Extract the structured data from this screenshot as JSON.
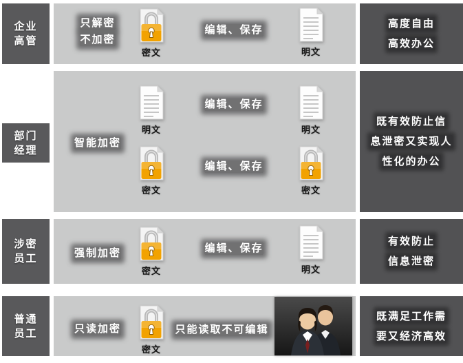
{
  "colors": {
    "role_box": "#59595b",
    "middle_box": "#c9caca",
    "benefit_box": "#525254",
    "lock_body": "#f2a200",
    "lock_shackle": "#b9b9b9"
  },
  "common": {
    "edit_save": "编辑、保存",
    "cipher_label": "密文",
    "plain_label": "明文"
  },
  "rows": [
    {
      "role_line1": "企业",
      "role_line2": "高管",
      "mode_line1": "只解密",
      "mode_line2": "不加密",
      "benefit_line1": "高度自由",
      "benefit_line2": "高效办公"
    },
    {
      "role_line1": "部门",
      "role_line2": "经理",
      "mode": "智能加密",
      "benefit_line1": "既有效防止信",
      "benefit_line2": "息泄密又实现人",
      "benefit_line3": "性化的办公"
    },
    {
      "role_line1": "涉密",
      "role_line2": "员工",
      "mode": "强制加密",
      "benefit_line1": "有效防止",
      "benefit_line2": "信息泄密"
    },
    {
      "role_line1": "普通",
      "role_line2": "员工",
      "mode": "只读加密",
      "note": "只能读取不可编辑",
      "benefit_line1": "既满足工作需",
      "benefit_line2": "要又经济高效"
    }
  ]
}
